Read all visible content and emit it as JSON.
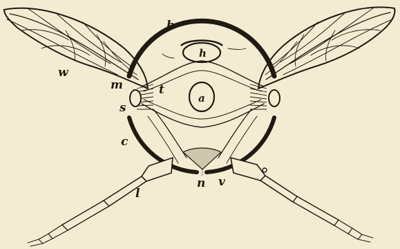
{
  "figure": {
    "labels": {
      "b": "b",
      "h": "h",
      "a": "a",
      "w": "w",
      "m": "m",
      "t": "t",
      "s": "s",
      "c": "c",
      "l": "l",
      "n": "n",
      "v": "v"
    },
    "colors": {
      "paper": "#f4ecd2",
      "ink": "#1f1a12"
    }
  }
}
